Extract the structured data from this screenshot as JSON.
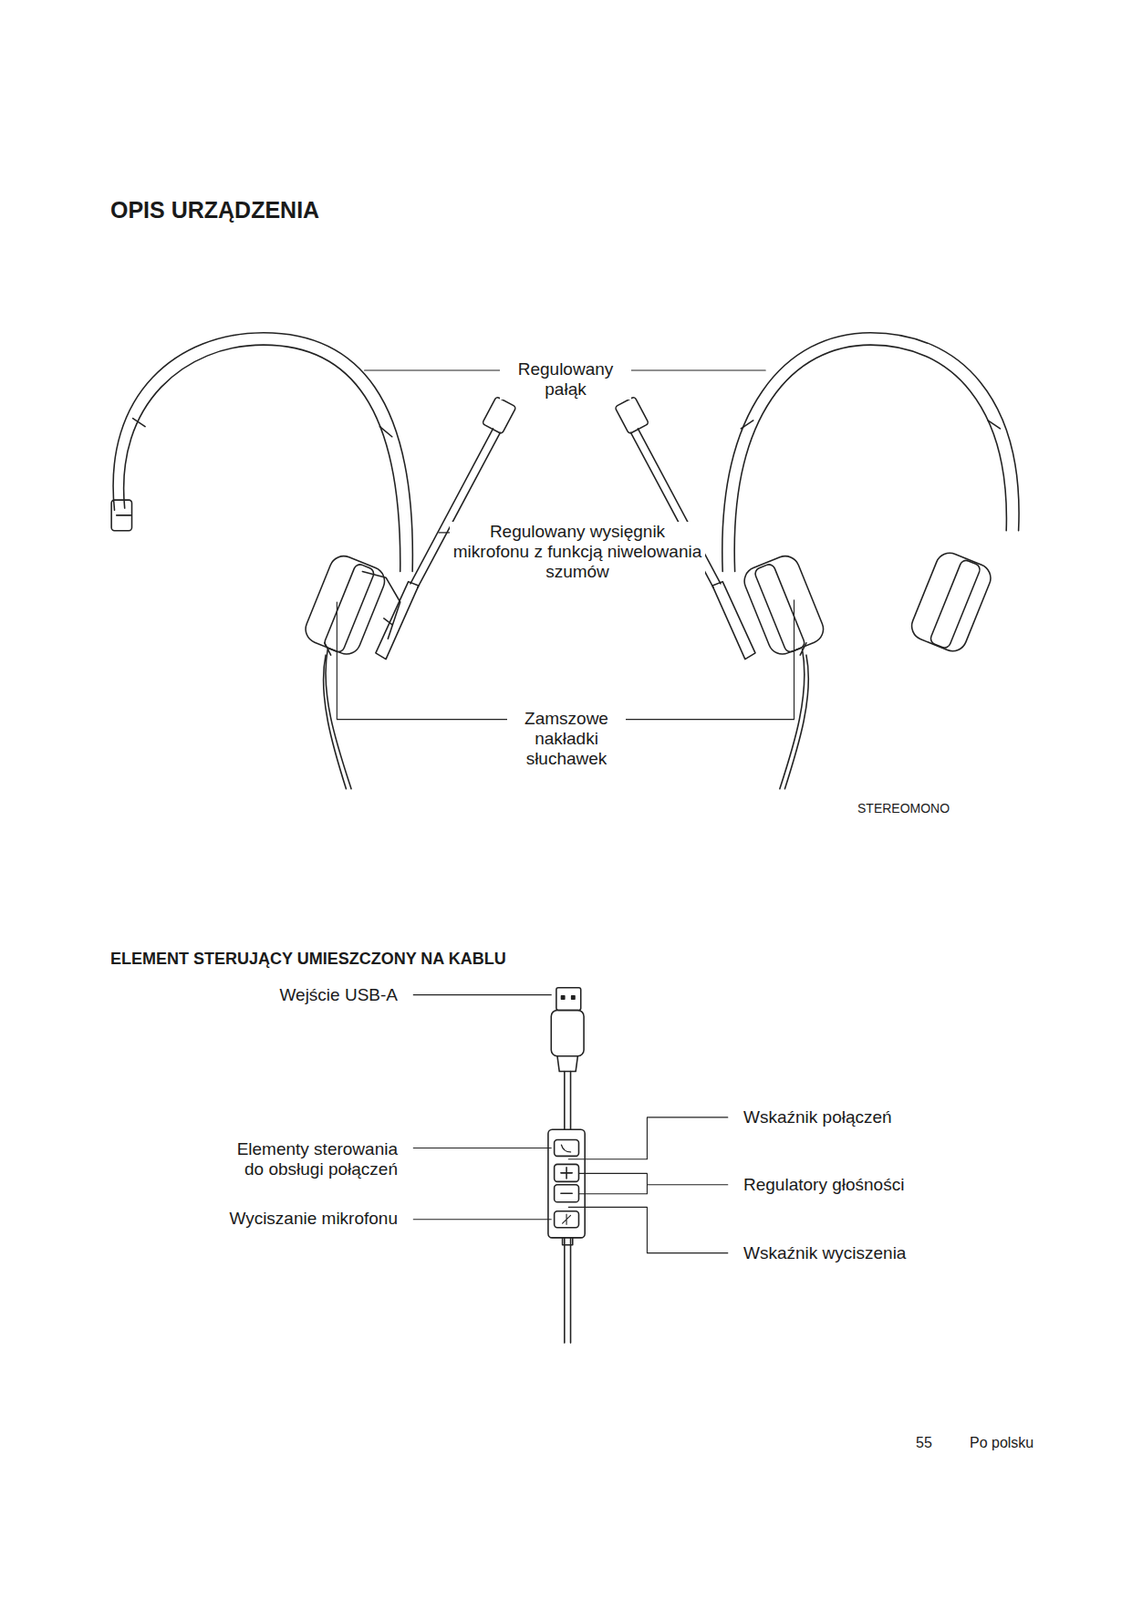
{
  "diagram": {
    "title": "OPIS URZĄDZENIA",
    "labels": [
      "Regulowany pałąk",
      "Regulowany wysięgnik mikrofonu z funkcją niwelowania szumów",
      "Zamszowe nakładki słuchawek",
      "STEREOMONO",
      "ELEMENT STERUJĄCY UMIESZCZONY NA KABLU",
      "Wejście USB-A",
      "Elementy sterowania do obsługi połączeń",
      "Wyciszanie mikrofonu",
      "Wskaźnik połączeń",
      "Regulatory głośności",
      "Wskaźnik wyciszenia",
      "55",
      "Po polsku"
    ]
  }
}
